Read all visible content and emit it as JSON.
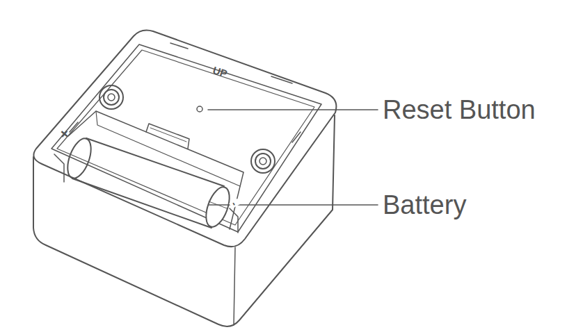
{
  "diagram": {
    "labels": [
      "UP",
      "+",
      "-",
      "Reset Button",
      "Battery"
    ]
  }
}
